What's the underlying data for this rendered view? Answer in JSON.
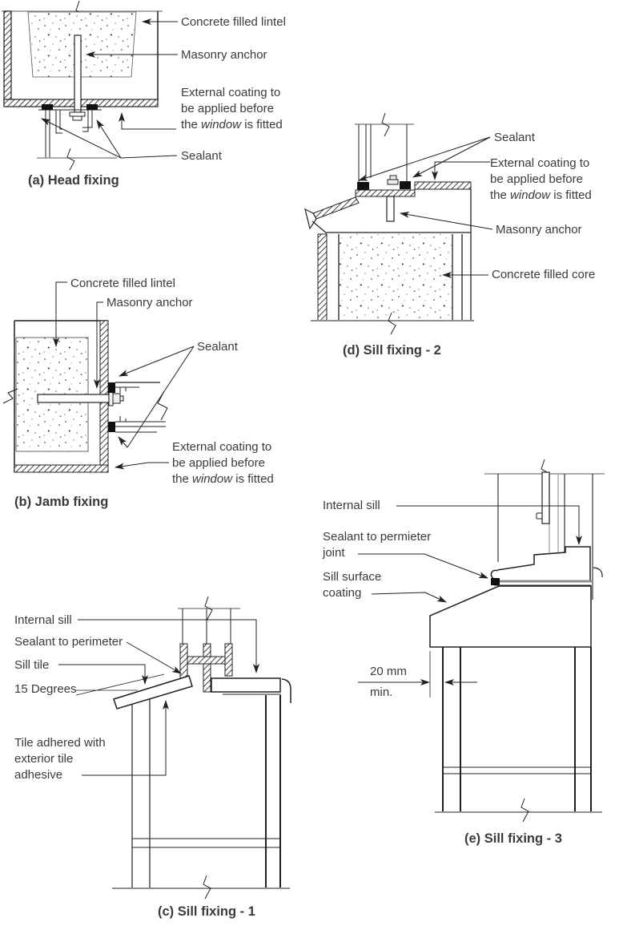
{
  "colors": {
    "background": "#ffffff",
    "line": "#231f20",
    "gray_line": "#8f8f8f",
    "text": "#3a3a3a",
    "sealant_fill": "#111111"
  },
  "shared": {
    "sealant": "Sealant",
    "masonry_anchor": "Masonry anchor",
    "concrete_filled_lintel": "Concrete filled lintel",
    "internal_sill": "Internal sill",
    "external_coating": {
      "line1": "External coating to",
      "line2": "be applied before",
      "line3_pre": "the ",
      "line3_italic": "window",
      "line3_post": " is fitted"
    }
  },
  "figures": {
    "a": {
      "caption": "(a) Head fixing"
    },
    "b": {
      "caption": "(b) Jamb fixing"
    },
    "c": {
      "caption": "(c) Sill fixing - 1",
      "sealant_perimeter": "Sealant to perimeter",
      "sill_tile": "Sill tile",
      "degrees": "15 Degrees",
      "tile_adhered": {
        "line1": "Tile adhered with",
        "line2": "exterior tile",
        "line3": "adhesive"
      }
    },
    "d": {
      "caption": "(d) Sill fixing - 2",
      "concrete_filled_core": "Concrete filled core"
    },
    "e": {
      "caption": "(e) Sill fixing - 3",
      "sealant_joint": {
        "line1": "Sealant to permieter",
        "line2": "joint"
      },
      "sill_surface": {
        "line1": "Sill surface",
        "line2": "coating"
      },
      "dimension": {
        "value": "20 mm",
        "unit": "min."
      }
    }
  }
}
